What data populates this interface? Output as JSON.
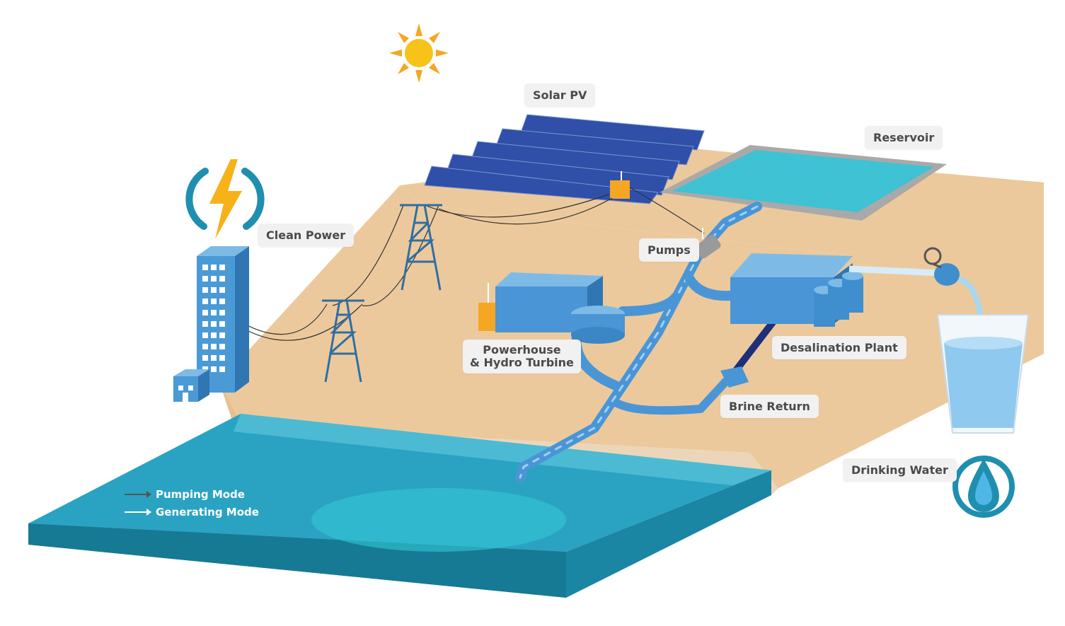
{
  "labels": {
    "solar_pv": "Solar PV",
    "reservoir": "Reservoir",
    "clean_power": "Clean Power",
    "pumps": "Pumps",
    "powerhouse_line1": "Powerhouse",
    "powerhouse_line2": "& Hydro Turbine",
    "desalination_plant": "Desalination Plant",
    "brine_return": "Brine Return",
    "drinking_water": "Drinking Water"
  },
  "legend": {
    "pumping_mode": "Pumping Mode",
    "generating_mode": "Generating Mode"
  },
  "colors": {
    "sand": "#ecc99c",
    "sand_dark": "#dcb685",
    "sea": "#2a9fbf",
    "sea_dark": "#1b7f9b",
    "pipe": "#4a95d6",
    "panel": "#2f4fa8",
    "building": "#3f8fcf",
    "accent_orange": "#f5a623",
    "brine": "#1f2f7a",
    "icon_teal": "#1f8fb0"
  },
  "icons": [
    "sun-icon",
    "lightning-power-icon",
    "water-drop-icon"
  ]
}
